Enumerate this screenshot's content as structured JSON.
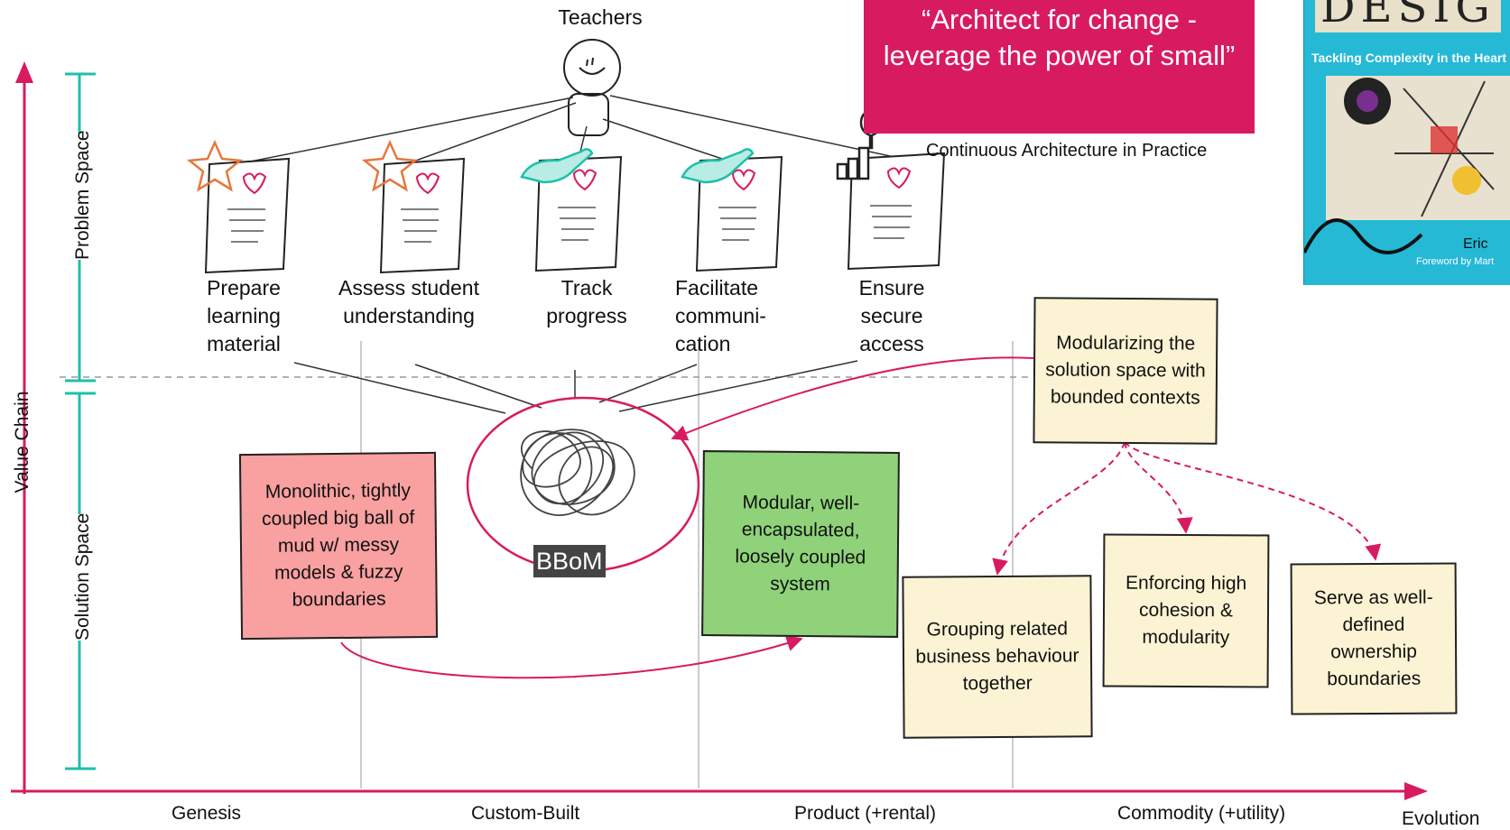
{
  "quote": {
    "text": "“Architect for change - leverage the power of small”"
  },
  "quote_source": "Continuous Architecture in Practice",
  "book": {
    "title": "DESIG",
    "subtitle": "Tackling Complexity in the Heart of",
    "author": "Eric",
    "foreword": "Foreword by Mart"
  },
  "actor": "Teachers",
  "needs": [
    {
      "label": "Prepare learning material",
      "icon": "star-icon"
    },
    {
      "label": "Assess student understanding",
      "icon": "star-icon"
    },
    {
      "label": "Track progress",
      "icon": "hand-icon"
    },
    {
      "label": "Facilitate communi-cation",
      "icon": "hand-icon"
    },
    {
      "label": "Ensure secure access",
      "icon": "wrench-chart-icon"
    }
  ],
  "bbom_label": "BBoM",
  "boxes": {
    "monolith": "Monolithic, tightly coupled big ball of mud w/ messy models & fuzzy boundaries",
    "modular": "Modular, well-encapsulated, loosely coupled system",
    "modularizing": "Modularizing the solution space with bounded contexts",
    "grouping": "Grouping related business behaviour together",
    "enforcing": "Enforcing high cohesion & modularity",
    "ownership": "Serve as well-defined ownership boundaries"
  },
  "axes": {
    "y_label": "Value Chain",
    "problem_space": "Problem Space",
    "solution_space": "Solution Space",
    "x_label": "Evolution",
    "stages": [
      "Genesis",
      "Custom-Built",
      "Product (+rental)",
      "Commodity (+utility)"
    ]
  },
  "colors": {
    "accent": "#d81b60",
    "teal": "#1fbfa9",
    "sticky_yellow": "#fbf3d3",
    "sticky_red": "#f9a0a0",
    "sticky_green": "#8fd27a"
  }
}
